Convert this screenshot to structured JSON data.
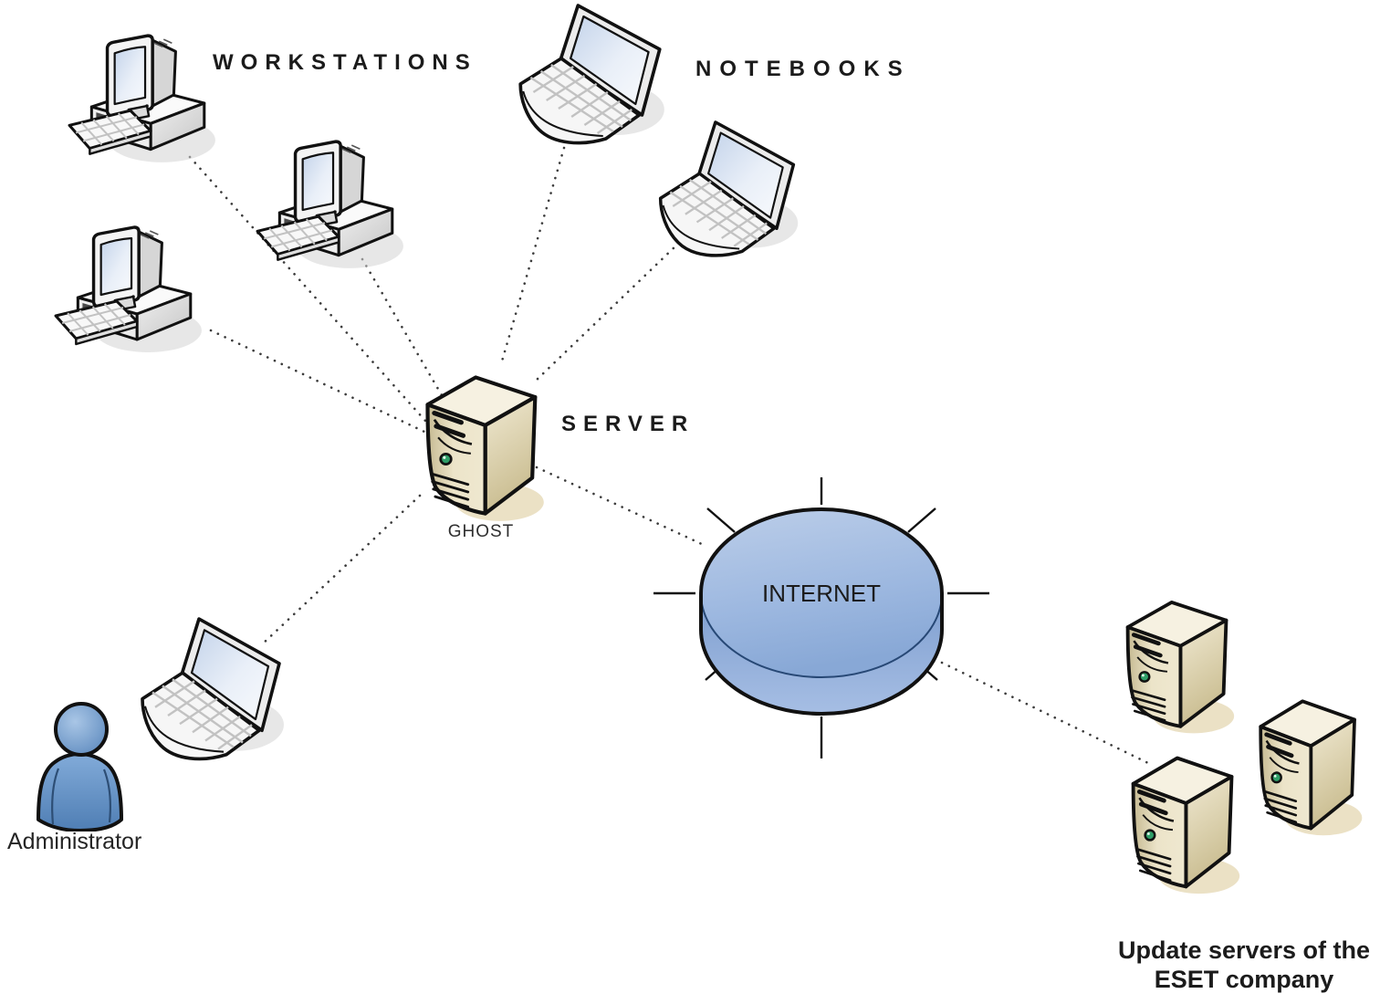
{
  "labels": {
    "workstations": "WORKSTATIONS",
    "notebooks": "NOTEBOOKS",
    "server": "SERVER",
    "server_name": "GHOST",
    "internet": "INTERNET",
    "administrator": "Administrator",
    "update_servers": {
      "line1": "Update servers of the",
      "line2": "ESET company"
    }
  },
  "nodes": [
    {
      "id": "workstation-1",
      "type": "workstation",
      "icon": "desktop-computer-icon"
    },
    {
      "id": "workstation-2",
      "type": "workstation",
      "icon": "desktop-computer-icon"
    },
    {
      "id": "workstation-3",
      "type": "workstation",
      "icon": "desktop-computer-icon"
    },
    {
      "id": "notebook-1",
      "type": "notebook",
      "icon": "laptop-icon"
    },
    {
      "id": "notebook-2",
      "type": "notebook",
      "icon": "laptop-icon"
    },
    {
      "id": "server-ghost",
      "type": "server",
      "icon": "server-tower-icon",
      "label": "GHOST"
    },
    {
      "id": "internet",
      "type": "network-cloud",
      "icon": "internet-disk-icon",
      "label": "INTERNET"
    },
    {
      "id": "admin-notebook",
      "type": "notebook",
      "icon": "laptop-icon"
    },
    {
      "id": "administrator",
      "type": "person",
      "icon": "person-icon",
      "label": "Administrator"
    },
    {
      "id": "update-server-1",
      "type": "server",
      "icon": "server-tower-icon"
    },
    {
      "id": "update-server-2",
      "type": "server",
      "icon": "server-tower-icon"
    },
    {
      "id": "update-server-3",
      "type": "server",
      "icon": "server-tower-icon"
    }
  ],
  "connections": [
    {
      "from": "workstation-1",
      "to": "server-ghost",
      "style": "dotted"
    },
    {
      "from": "workstation-2",
      "to": "server-ghost",
      "style": "dotted"
    },
    {
      "from": "workstation-3",
      "to": "server-ghost",
      "style": "dotted"
    },
    {
      "from": "notebook-1",
      "to": "server-ghost",
      "style": "dotted"
    },
    {
      "from": "notebook-2",
      "to": "server-ghost",
      "style": "dotted"
    },
    {
      "from": "server-ghost",
      "to": "internet",
      "style": "dotted"
    },
    {
      "from": "server-ghost",
      "to": "admin-notebook",
      "style": "dotted"
    },
    {
      "from": "internet",
      "to": "update-servers",
      "style": "dotted"
    }
  ],
  "colors": {
    "background": "#ffffff",
    "outline": "#111111",
    "link_dots": "#3c3c3c",
    "text": "#1b1b1b",
    "server_tan_front": "#cfc29a",
    "server_tan_light": "#ede5cb",
    "server_tan_top": "#f6f1e1",
    "server_led_green": "#2f9e68",
    "internet_blue_top": "#b5c8e8",
    "internet_blue_deep": "#8cabd8",
    "person_blue": "#6f9cd0",
    "screen_blue": "#c7d6ec",
    "shadow_gray": "#d4d4d4",
    "shadow_tan": "#e6dab6"
  }
}
